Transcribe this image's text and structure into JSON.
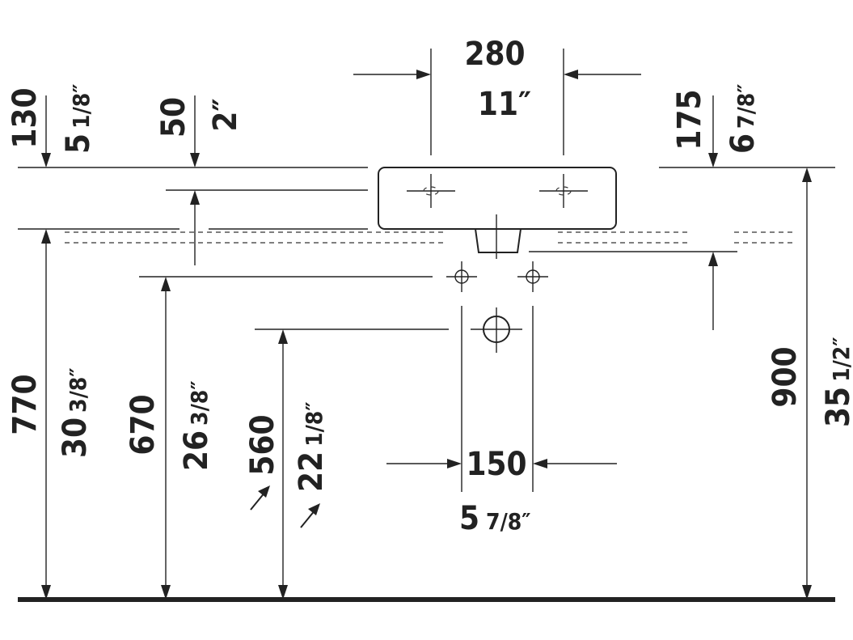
{
  "dimensions": {
    "width_mm": "280",
    "width_in": "11″",
    "left_offset_mm": "130",
    "left_offset_whole": "5",
    "left_offset_frac": "1/8″",
    "small_depth_mm": "50",
    "small_depth_in": "2″",
    "right_offset_mm": "175",
    "right_offset_whole": "6",
    "right_offset_frac": "7/8″",
    "h770_mm": "770",
    "h770_whole": "30",
    "h770_frac": "3/8″",
    "h670_mm": "670",
    "h670_whole": "26",
    "h670_frac": "3/8″",
    "h560_mm": "560",
    "h560_whole": "22",
    "h560_frac": "1/8″",
    "h900_mm": "900",
    "h900_whole": "35",
    "h900_frac": "1/2″",
    "spacing_mm": "150",
    "spacing_whole": "5",
    "spacing_frac": "7/8″"
  }
}
